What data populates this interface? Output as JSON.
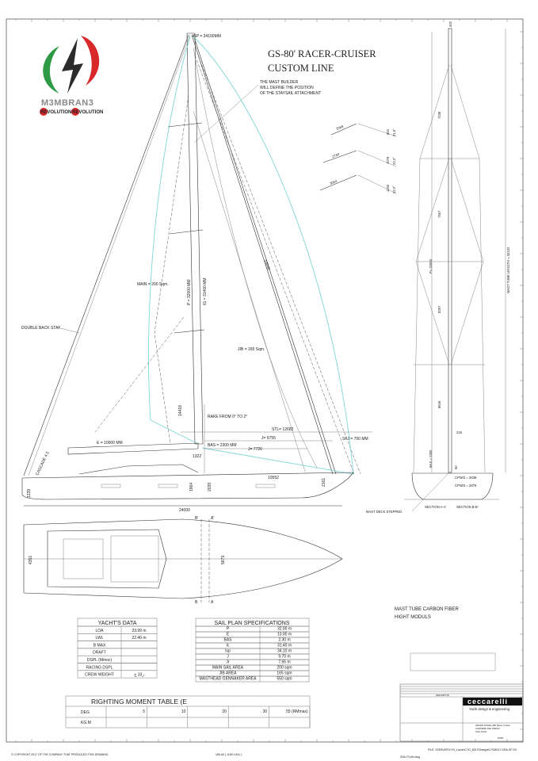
{
  "logo": {
    "wordmark": "M3MBRAN3",
    "badges": [
      "REVOLUTION",
      "REVOLUTION"
    ],
    "colors": {
      "green": "#2e9a46",
      "red": "#d8282a",
      "dark": "#2b2b2b"
    }
  },
  "title": {
    "line1": "GS-80' RACER-CRUISER",
    "line2": "CUSTOM LINE"
  },
  "notes": {
    "staysail": [
      "THE MAST BUILDER",
      "WILL DEFINE THE POSITION",
      "OF THE STAYSAIL ATTACHMENT"
    ],
    "isp": "ISP = 34100MM",
    "backstay": "DOUBLE BACK STAY",
    "rake": "RAKE FROM 0° TO 2°",
    "main_area": "MAIN = 200  Sqm.",
    "jib_area": "JIB = 165 Sqm.",
    "p": "P = 32000 MM",
    "ig": "IG = 31400  MM",
    "forestay": "33040",
    "h14418": "14418",
    "e": "E = 10000 MM",
    "bas": "BAS  = 2300  MM",
    "j": "J= 9755",
    "jr": "J= 7726",
    "stl": "STL= 12682",
    "sfj": "SFJ = 700 MM",
    "d1322": "1322",
    "cascade": "CASCADE 4:1",
    "d1239": "1239",
    "d1964": "1964",
    "d2039": "2039",
    "d10552": "10552",
    "d2161": "2161",
    "loa": "24000",
    "beam": "4351",
    "d5679": "5679",
    "sec_b_top": "B'",
    "sec_a_top": "A'",
    "sec_b_bot": "B",
    "sec_a_bot": "A"
  },
  "spreaders": [
    {
      "length": "2069",
      "offset": "804",
      "angle": "21.5°"
    },
    {
      "length": "2760",
      "offset": "1079",
      "angle": "22.2°"
    },
    {
      "length": "3054",
      "offset": "1193",
      "angle": "22.2°"
    }
  ],
  "mast_elevation": {
    "top": "402",
    "segments": [
      "7439",
      "7467",
      "8257",
      "8646"
    ],
    "p": "P= 32000",
    "tube_length": "MAST TUBE LENGTH = 34102",
    "bas": "BAS = 2300",
    "d215": "215",
    "d60": "60",
    "cpw1": "CPW/2 = 2838",
    "cpw2": "CPW/2 = 2876",
    "section_a": "SECTION A-A'",
    "section_b": "SECTION B-B'",
    "mast_deck": "MAST DECK STEPPED"
  },
  "mast_tube_note": [
    "MAST TUBE CARBON FIBER",
    "HIGHT MODULS"
  ],
  "yachts_data": {
    "title": "YACHT'S DATA",
    "rows": [
      [
        "LOA",
        "23.99 m"
      ],
      [
        "LWL",
        "22.40 m"
      ],
      [
        "B MAX",
        ""
      ],
      [
        "DRAFT",
        ""
      ],
      [
        "DSPL (Mmoc)",
        ""
      ],
      [
        "RACING DSPL",
        ""
      ],
      [
        "CREW WEIGHT",
        "ر33 ج"
      ]
    ]
  },
  "sail_plan_specs": {
    "title": "SAIL PLAN SPECIFICATIONS",
    "rows": [
      [
        "P",
        "32.00 m"
      ],
      [
        "E",
        "10.00 m"
      ],
      [
        "BAS",
        "2.30 m"
      ],
      [
        "Ic",
        "31.40 m"
      ],
      [
        "Isp",
        "34.10 m"
      ],
      [
        "J",
        "9.70 m"
      ],
      [
        "Jr",
        "7.65 m"
      ],
      [
        "MAIN SAIL AREA",
        "200 sqm"
      ],
      [
        "JIB AREA",
        "165 sqm"
      ],
      [
        "MASTHEAD GENNAKER AREA",
        "550 sqm"
      ]
    ]
  },
  "righting_moment": {
    "title": "RIGHTING MOMENT TABLE (E",
    "deg_label": "DEG",
    "kgm_label": "KG.M",
    "degrees": [
      "5",
      "10",
      "20",
      "30",
      "55 (RMmax)"
    ]
  },
  "title_block": {
    "brand": "ceccarelli",
    "tagline": "Yacht design & engineering",
    "description": "DESCRIPTION",
    "project": "GRAND SOLEIL 80ft Racer Cruiser",
    "yard": "CANTIERE DEL PARDO",
    "drawing": "SAIL PLAN",
    "date_label": "DATE"
  },
  "footer": {
    "copyright": "© COPYRIGHT 2017 OF THE COMPANY THAT PRODUCED THIS DRAWING",
    "sheet": "UNI A0 ( 1189 x 841 )",
    "file": "FILE: \\\\SERVER\\CYD_Lavori\\CYD_8017\\Disegni\\CYD8017-DRA-SP-03",
    "dwg": "SAIL PLAN.dwg"
  }
}
